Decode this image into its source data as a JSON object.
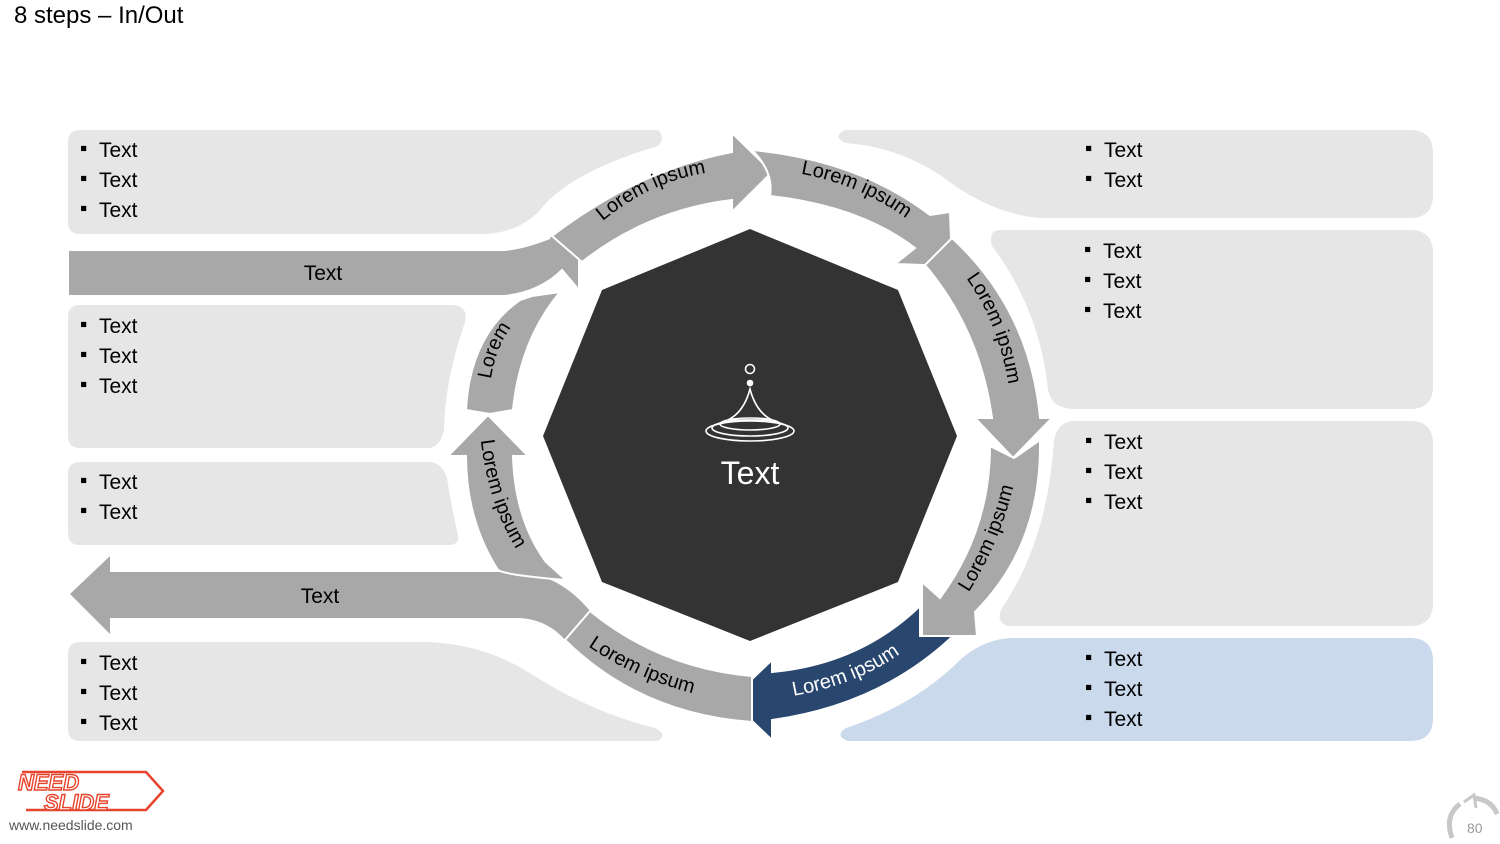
{
  "title": "8 steps – In/Out",
  "center": {
    "label": "Text",
    "icon": "water-drop-icon"
  },
  "cycle_steps": [
    {
      "label": "Lorem ipsum"
    },
    {
      "label": "Lorem ipsum"
    },
    {
      "label": "Lorem ipsum"
    },
    {
      "label": "Lorem ipsum"
    },
    {
      "label": "Lorem ipsum",
      "highlighted": true
    },
    {
      "label": "Lorem ipsum"
    },
    {
      "label": "Lorem ipsum"
    },
    {
      "label": "Lorem"
    }
  ],
  "input_band": {
    "label": "Text"
  },
  "output_band": {
    "label": "Text"
  },
  "left_panels": [
    {
      "items": [
        "Text",
        "Text",
        "Text"
      ]
    },
    {
      "items": [
        "Text",
        "Text",
        "Text"
      ]
    },
    {
      "items": [
        "Text",
        "Text"
      ]
    },
    {
      "items": [
        "Text",
        "Text",
        "Text"
      ]
    }
  ],
  "right_panels": [
    {
      "items": [
        "Text",
        "Text"
      ]
    },
    {
      "items": [
        "Text",
        "Text",
        "Text"
      ]
    },
    {
      "items": [
        "Text",
        "Text",
        "Text"
      ]
    },
    {
      "items": [
        "Text",
        "Text",
        "Text"
      ],
      "highlighted": true
    }
  ],
  "colors": {
    "panel": "#e6e6e6",
    "panel_highlight": "#cbd9ec",
    "arrow": "#a8a8a8",
    "arrow_highlight": "#28466e",
    "center": "#333333"
  },
  "footer": {
    "logo_top": "NEED",
    "logo_bottom": "SLIDE",
    "url": "www.needslide.com",
    "page": "80"
  }
}
